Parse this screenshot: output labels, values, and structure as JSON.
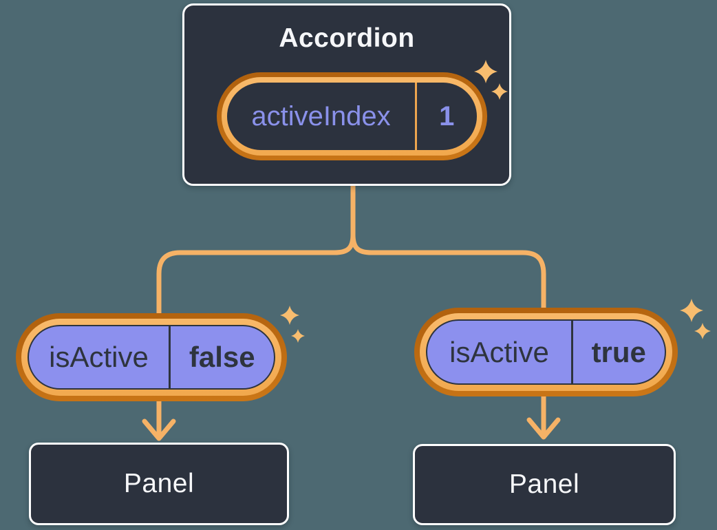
{
  "colors": {
    "background": "#4d6972",
    "node-fill": "#2c323e",
    "node-border": "#ffffff",
    "node-text": "#f6f7f9",
    "ring-dark": "#bd6a12",
    "ring-light": "#f6b05a",
    "pill-fill": "#8c90ee",
    "ink": "#2e343e",
    "lavender": "#8a91ea",
    "connector": "#f6b266",
    "sparkle": "#f8bd6f",
    "divider-orange": "#eda64f"
  },
  "accordion": {
    "title": "Accordion",
    "state": {
      "name": "activeIndex",
      "value": "1"
    }
  },
  "left_child": {
    "prop": {
      "name": "isActive",
      "value": "false"
    },
    "panel_label": "Panel"
  },
  "right_child": {
    "prop": {
      "name": "isActive",
      "value": "true"
    },
    "panel_label": "Panel"
  }
}
